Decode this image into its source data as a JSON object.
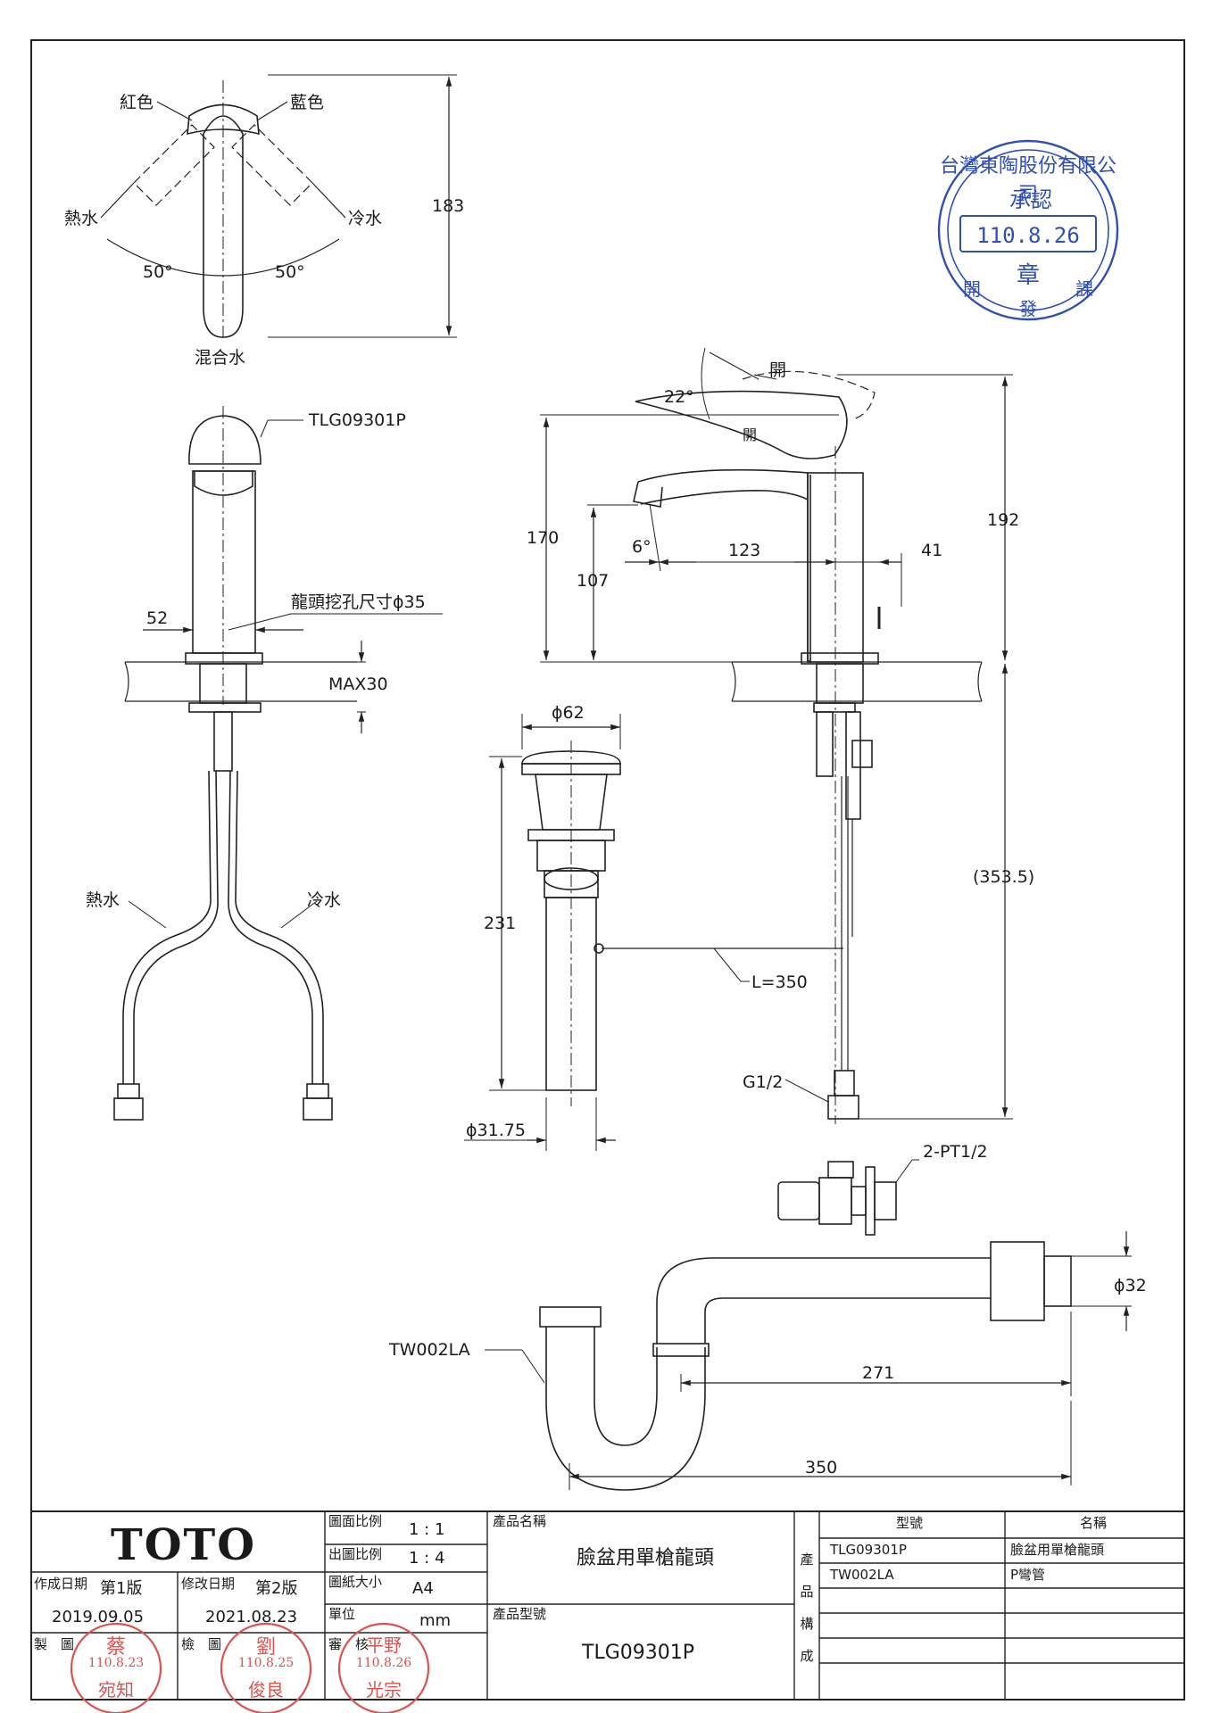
{
  "top_view": {
    "red": "紅色",
    "blue": "藍色",
    "hot": "熱水",
    "cold": "冷水",
    "angle_left": "50°",
    "angle_right": "50°",
    "mixed": "混合水",
    "height": "183"
  },
  "front_view": {
    "model": "TLG09301P",
    "width": "52",
    "hole": "龍頭挖孔尺寸ϕ35",
    "max": "MAX30",
    "hot": "熱水",
    "cold": "冷水"
  },
  "side_view": {
    "open_top": "開",
    "angle": "22°",
    "open_low": "開",
    "h170": "170",
    "h107": "107",
    "angle6": "6°",
    "d123": "123",
    "d41": "41",
    "h192": "192",
    "h353": "(353.5)",
    "hose": "L=350",
    "thread": "G1/2"
  },
  "drain": {
    "dia": "ϕ62",
    "h231": "231",
    "pipe_dia": "ϕ31.75"
  },
  "valve": {
    "label": "2-PT1/2"
  },
  "trap": {
    "model": "TW002LA",
    "dia": "ϕ32",
    "d271": "271",
    "d350": "350"
  },
  "approval_stamp": {
    "company": "台灣東陶股份有限公司",
    "approved": "承認",
    "date": "110.8.26",
    "seal": "章",
    "dept_left": "開",
    "dept_mid": "發",
    "dept_right": "課"
  },
  "title_block": {
    "brand": "TOTO",
    "created_label": "作成日期",
    "created_ver": "第1版",
    "created_date": "2019.09.05",
    "revised_label": "修改日期",
    "revised_ver": "第2版",
    "revised_date": "2021.08.23",
    "drawn_label": "製　圖",
    "checked_label": "檢　圖",
    "approved_label": "審　核",
    "scale_label": "圖面比例",
    "scale": "1 : 1",
    "out_scale_label": "出圖比例",
    "out_scale": "1 : 4",
    "paper_label": "圖紙大小",
    "paper": "A4",
    "unit_label": "單位",
    "unit": "mm",
    "product_name_label": "產品名稱",
    "product_name": "臉盆用單槍龍頭",
    "product_model_label": "產品型號",
    "product_model": "TLG09301P",
    "composition_label": "產品構成",
    "col_model": "型號",
    "col_name": "名稱",
    "rows": [
      {
        "model": "TLG09301P",
        "name": "臉盆用單槍龍頭"
      },
      {
        "model": "TW002LA",
        "name": "P彎管"
      }
    ]
  },
  "signatures": {
    "drawn_name": "蔡",
    "drawn_date": "110.8.23",
    "drawn_sign": "宛知",
    "checked_name": "劉",
    "checked_date": "110.8.25",
    "checked_sign": "俊良",
    "approved_name": "平野",
    "approved_date": "110.8.26",
    "approved_sign": "光宗"
  }
}
